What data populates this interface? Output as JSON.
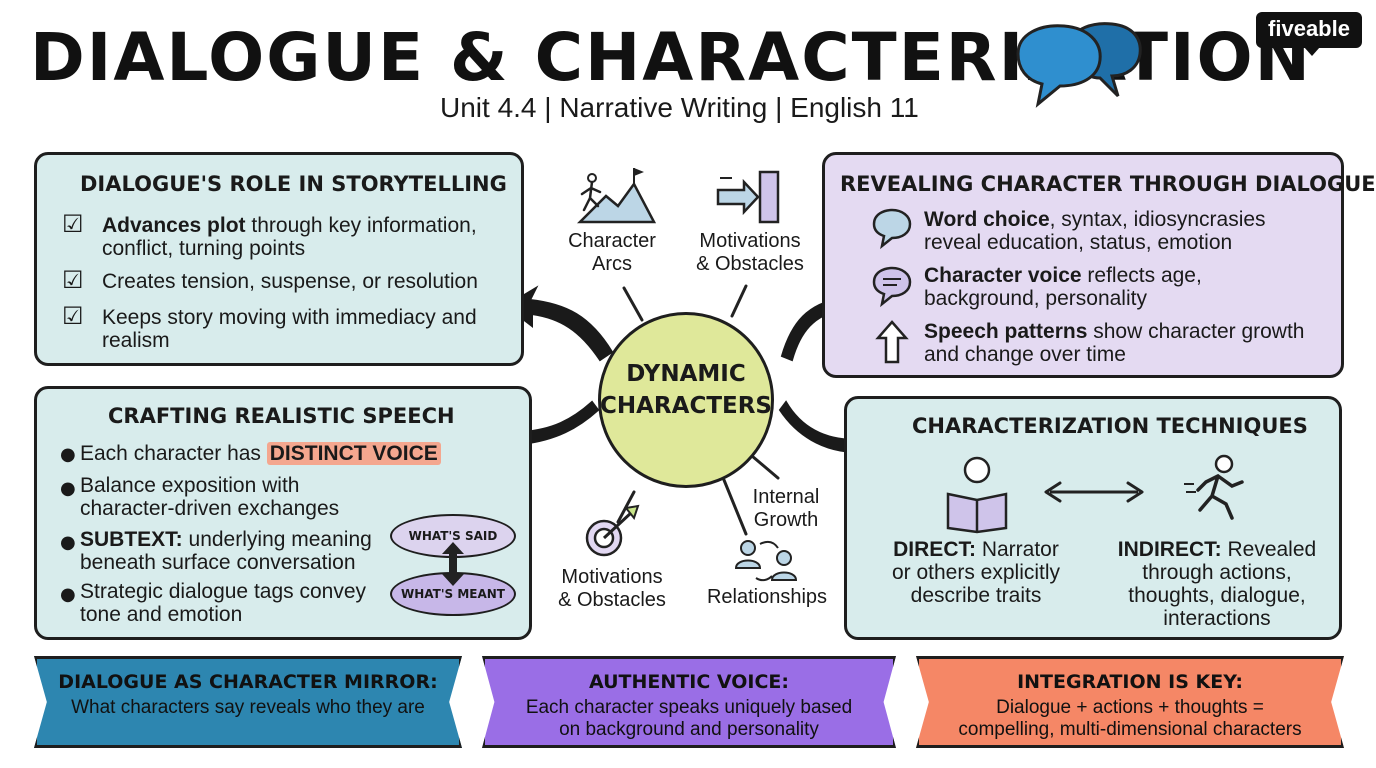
{
  "header": {
    "title": "DIALOGUE & CHARACTERIZATION",
    "subtitle": "Unit 4.4 | Narrative Writing | English 11",
    "logo": "fiveable"
  },
  "center": {
    "line1": "DYNAMIC",
    "line2": "CHARACTERS"
  },
  "nodes": {
    "character_arcs": {
      "line1": "Character",
      "line2": "Arcs",
      "icon": "climber-summit-icon"
    },
    "motivations_top": {
      "line1": "Motivations",
      "line2": "& Obstacles",
      "icon": "arrow-into-wall-icon"
    },
    "motivations_bottom": {
      "line1": "Motivations",
      "line2": "& Obstacles",
      "icon": "target-arrow-icon"
    },
    "internal_growth": {
      "line1": "Internal",
      "line2": "Growth"
    },
    "relationships": {
      "line1": "Relationships",
      "icon": "people-exchange-icon"
    }
  },
  "box_storytelling": {
    "heading": "DIALOGUE'S ROLE IN STORYTELLING",
    "items": [
      {
        "bold": "Advances plot",
        "text": " through key information,",
        "text2": "conflict, turning points"
      },
      {
        "bold": "",
        "text": "Creates tension, suspense, or resolution",
        "text2": ""
      },
      {
        "bold": "",
        "text": "Keeps story moving with immediacy and",
        "text2": "realism"
      }
    ]
  },
  "box_revealing": {
    "heading": "REVEALING CHARACTER THROUGH DIALOGUE",
    "items": [
      {
        "bold": "Word choice",
        "text": ", syntax, idiosyncrasies",
        "text2": "reveal education, status, emotion"
      },
      {
        "bold": "Character voice",
        "text": " reflects age,",
        "text2": "background, personality"
      },
      {
        "bold": "Speech patterns",
        "text": " show character growth",
        "text2": "and change over time"
      }
    ]
  },
  "box_speech": {
    "heading": "CRAFTING REALISTIC SPEECH",
    "item1_text": "Each character has ",
    "item1_highlight": "DISTINCT VOICE",
    "item2_line1": "Balance exposition with",
    "item2_line2": "character-driven exchanges",
    "item3_bold": "SUBTEXT:",
    "item3_line1": " underlying meaning",
    "item3_line2": "beneath surface conversation",
    "item4_line1": "Strategic dialogue tags convey",
    "item4_line2": "tone and emotion",
    "oval_said": "WHAT'S SAID",
    "oval_meant": "WHAT'S MEANT"
  },
  "box_techniques": {
    "heading": "CHARACTERIZATION TECHNIQUES",
    "direct_bold": "DIRECT:",
    "direct_line1": " Narrator",
    "direct_line2": "or others explicitly",
    "direct_line3": "describe traits",
    "indirect_bold": "INDIRECT:",
    "indirect_line1": " Revealed",
    "indirect_line2": "through actions,",
    "indirect_line3": "thoughts, dialogue,",
    "indirect_line4": "interactions"
  },
  "banners": [
    {
      "title": "DIALOGUE AS CHARACTER MIRROR:",
      "line1": "What characters say reveals who they are",
      "line2": "",
      "color": "#2d86b0"
    },
    {
      "title": "AUTHENTIC VOICE:",
      "line1": "Each character speaks uniquely based",
      "line2": "on background and personality",
      "color": "#9a6ee6"
    },
    {
      "title": "INTEGRATION IS KEY:",
      "line1": "Dialogue + actions + thoughts =",
      "line2": "compelling, multi-dimensional characters",
      "color": "#f58766"
    }
  ]
}
